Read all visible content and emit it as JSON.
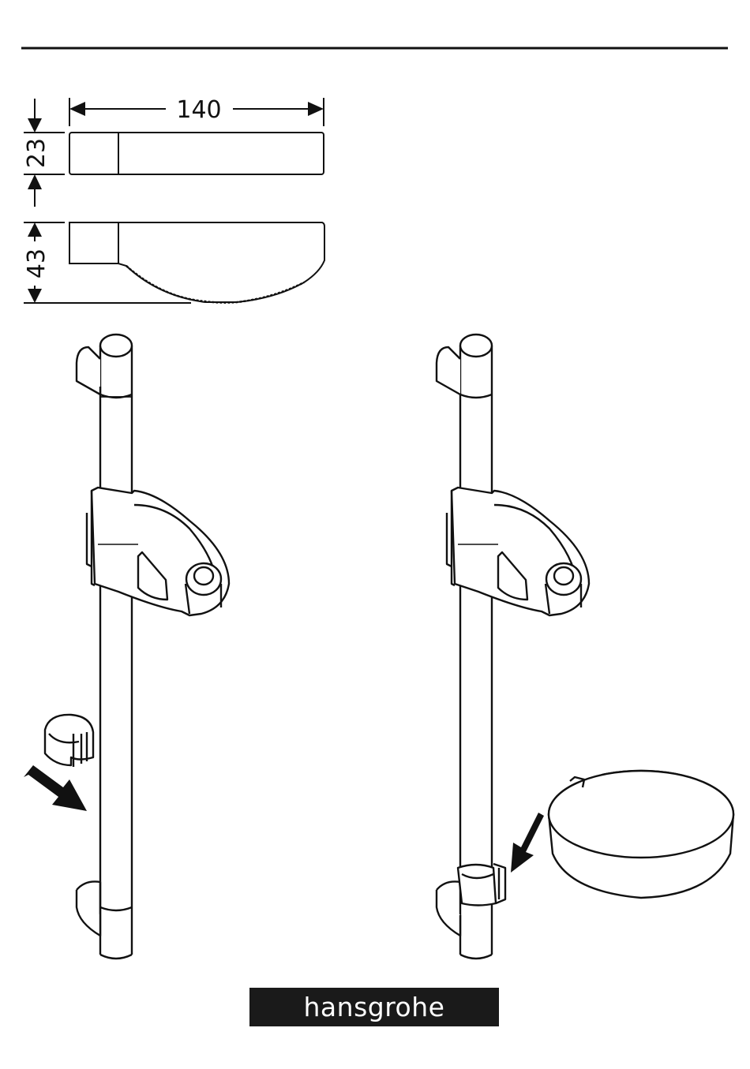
{
  "dimensions": {
    "width": "140",
    "height_top": "23",
    "height_bottom": "43"
  },
  "brand": {
    "name": "hansgrohe",
    "bar_color": "#1a1a1a",
    "text_color": "#ffffff"
  }
}
